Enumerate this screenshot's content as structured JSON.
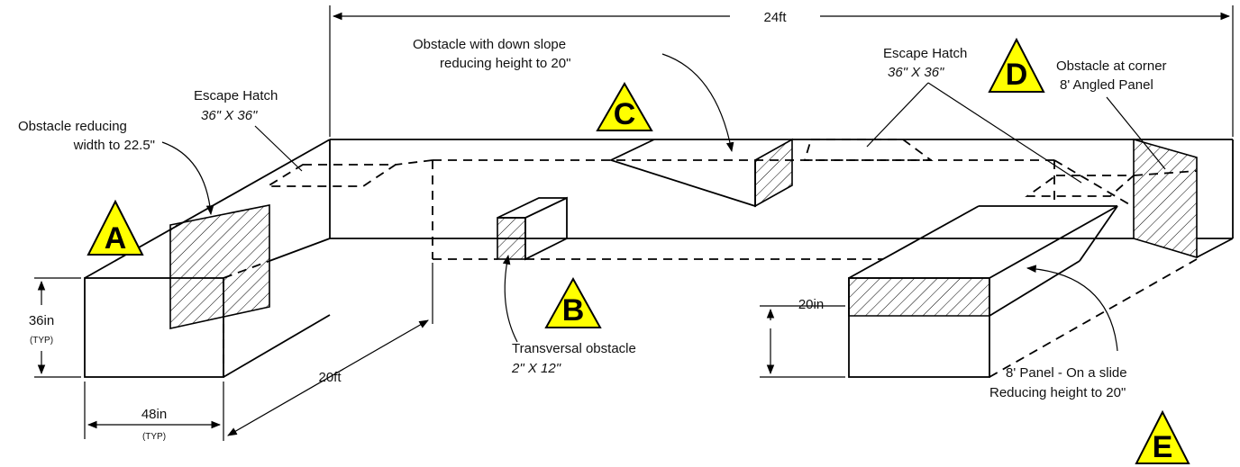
{
  "dimensions": {
    "length_overall": "24ft",
    "length_left": "20ft",
    "height": "36in",
    "height_note": "(TYP)",
    "width": "48in",
    "width_note": "(TYP)",
    "height_e": "20in"
  },
  "labels": {
    "A": "A",
    "B": "B",
    "C": "C",
    "D": "D",
    "E": "E"
  },
  "annotations": {
    "a_line1": "Obstacle reducing",
    "a_line2": "width to 22.5\"",
    "hatch1_title": "Escape Hatch",
    "hatch1_size": "36\" X 36\"",
    "b_line1": "Transversal obstacle",
    "b_line2": "2\" X 12\"",
    "c_line1": "Obstacle with down slope",
    "c_line2": "reducing height to 20\"",
    "hatch2_title": "Escape Hatch",
    "hatch2_size": "36\" X 36\"",
    "d_line1": "Obstacle at corner",
    "d_line2": "8' Angled Panel",
    "e_line1": "8' Panel - On a slide",
    "e_line2": "Reducing height to 20\""
  },
  "colors": {
    "marker_fill": "#ffff00",
    "line": "#000000"
  }
}
